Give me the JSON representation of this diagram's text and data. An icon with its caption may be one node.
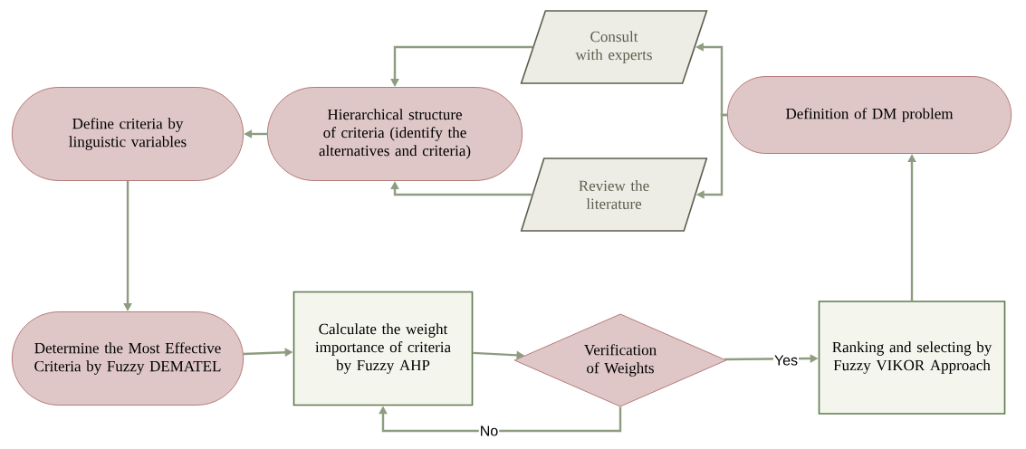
{
  "diagram": {
    "nodes": [
      {
        "text": [
          "Definition of DM problem"
        ]
      },
      {
        "text": [
          "Consult with experts"
        ]
      },
      {
        "text": [
          "Review the literature"
        ]
      },
      {
        "text": [
          "Hierarchical structure of criteria (identify the alternatives and criteria)"
        ]
      },
      {
        "text": [
          "Define criteria by linguistic variables"
        ]
      },
      {
        "text": [
          "Determine the Most Effective Criteria by Fuzzy DEMATEL"
        ]
      },
      {
        "text": [
          "Calculate the weight importance of criteria by Fuzzy AHP"
        ]
      },
      {
        "text": [
          "Verification of Weights"
        ]
      },
      {
        "text": [
          "Ranking and selecting by Fuzzy VIKOR Approach"
        ]
      }
    ],
    "edges": [
      {
        "from": 0,
        "to": 1,
        "arrow": "to"
      },
      {
        "from": 0,
        "to": 2,
        "arrow": "to"
      },
      {
        "from": 1,
        "to": 3,
        "arrow": "to"
      },
      {
        "from": 2,
        "to": 3,
        "arrow": "to"
      },
      {
        "from": 3,
        "to": 4,
        "arrow": "to"
      },
      {
        "from": 4,
        "to": 5,
        "arrow": "to"
      },
      {
        "from": 5,
        "to": 6,
        "arrow": "to"
      },
      {
        "from": 6,
        "to": 7,
        "arrow": "to"
      },
      {
        "from": 7,
        "to": 8,
        "arrow": "to",
        "label": "Yes"
      },
      {
        "from": 7,
        "to": 6,
        "arrow": "to",
        "label": "No"
      },
      {
        "from": 8,
        "to": 0,
        "arrow": "to"
      }
    ]
  }
}
